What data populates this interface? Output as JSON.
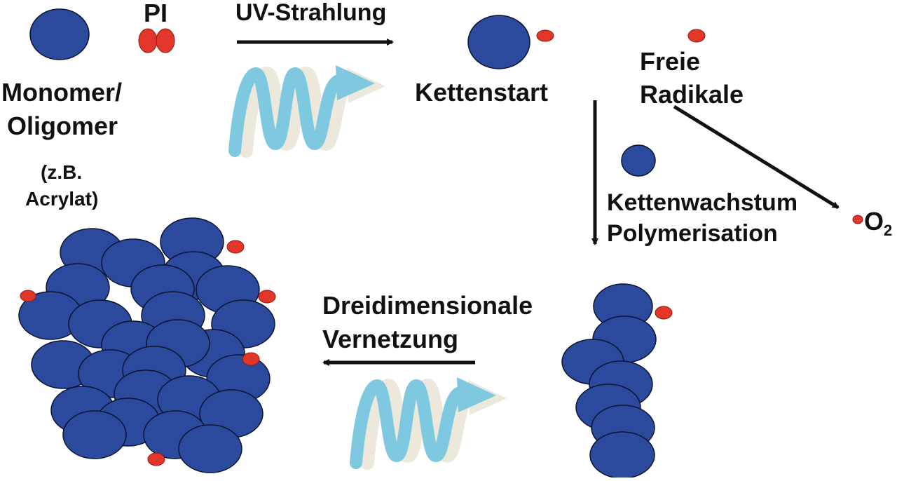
{
  "colors": {
    "monomer": "#2b4a9e",
    "photoinitiator": "#e2362a",
    "outline": "#0b1430",
    "arrow": "#111111",
    "uv_wave": "#7ec9df",
    "uv_shadow": "#ece8dc"
  },
  "labels": {
    "monomer_line1": "Monomer/",
    "monomer_line2": "Oligomer",
    "example_line1": "(z.B.",
    "example_line2": "Acrylat)",
    "pi": "PI",
    "uv": "UV-Strahlung",
    "start": "Kettenstart",
    "radicals_line1": "Freie",
    "radicals_line2": "Radikale",
    "growth_line1": "Kettenwachstum",
    "growth_line2": "Polymerisation",
    "oxygen": "O",
    "oxygen_sub": "2",
    "crosslink_line1": "Dreidimensionale",
    "crosslink_line2": "Vernetzung"
  },
  "icons": [
    "uv-radiation-icon",
    "uv-radiation-icon-lower"
  ]
}
